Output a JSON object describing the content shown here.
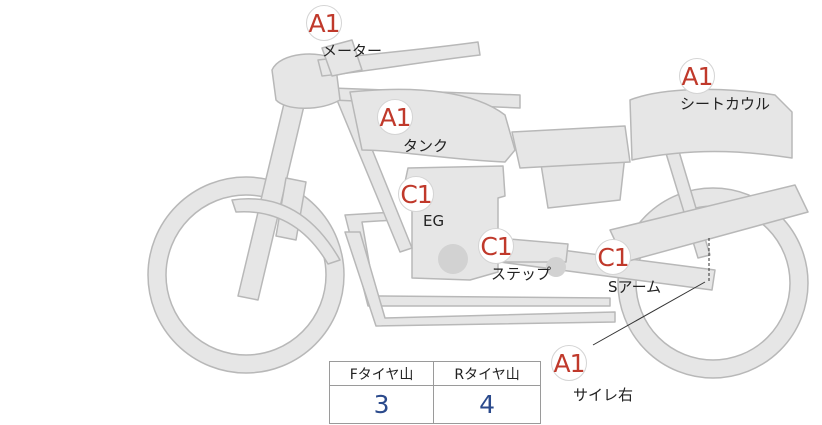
{
  "colors": {
    "part_fill": "#e6e6e6",
    "part_stroke": "#b8b8b8",
    "grade": "#c0392b",
    "value": "#2b4a8c"
  },
  "parts": [
    {
      "id": "meter",
      "grade": "A1",
      "name": "メーター"
    },
    {
      "id": "seat-cowl",
      "grade": "A1",
      "name": "シートカウル"
    },
    {
      "id": "tank",
      "grade": "A1",
      "name": "タンク"
    },
    {
      "id": "engine",
      "grade": "C1",
      "name": "EG"
    },
    {
      "id": "step",
      "grade": "C1",
      "name": "ステップ"
    },
    {
      "id": "swingarm",
      "grade": "C1",
      "name": "Sアーム"
    },
    {
      "id": "muffler",
      "grade": "A1",
      "name": "サイレ右"
    }
  ],
  "tire_tread": {
    "headers": [
      "Fタイヤ山",
      "Rタイヤ山"
    ],
    "values": [
      "3",
      "4"
    ]
  }
}
